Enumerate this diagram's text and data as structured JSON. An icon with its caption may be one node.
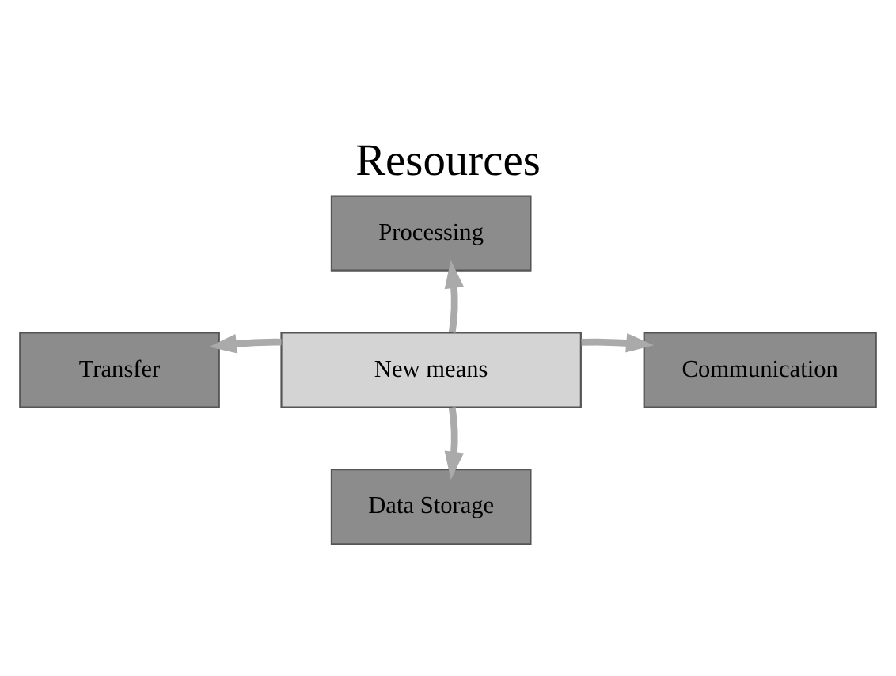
{
  "diagram": {
    "title": "Resources",
    "nodes": [
      {
        "text": [
          "Processing"
        ]
      },
      {
        "text": [
          "Transfer"
        ]
      },
      {
        "text": [
          "New means"
        ]
      },
      {
        "text": [
          "Communication"
        ]
      },
      {
        "text": [
          "Data Storage"
        ]
      }
    ],
    "edges": [
      {
        "from": 2,
        "to": 0,
        "arrow": "to"
      },
      {
        "from": 2,
        "to": 1,
        "arrow": "to"
      },
      {
        "from": 2,
        "to": 3,
        "arrow": "to"
      },
      {
        "from": 2,
        "to": 4,
        "arrow": "to"
      }
    ]
  }
}
